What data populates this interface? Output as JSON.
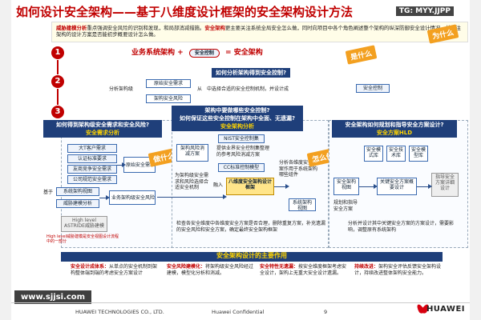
{
  "header": {
    "title": "如何设计安全架构——基于八维度设计框架的安全架构设计方法",
    "tag": "TG: MYY.JJPP",
    "intro_label": "威胁建模分析",
    "intro_text": "重点强调安全风险的识别和发现，和局部消减措施。",
    "intro_label2": "安全架构",
    "intro_text2": "更主要关注系统全局安全怎么做，同时向项目中各个角色阐述整个架构的纵深防御安全设计情况，并关注架构的设计方案是否能初步概要设计怎么做。"
  },
  "stamps": {
    "what_is": "为什么",
    "what_is2": "是什么",
    "do1": "做什么",
    "how": "怎么做"
  },
  "steps": [
    "1",
    "2",
    "3"
  ],
  "formula": {
    "left": "业务系统架构",
    "plus": "+",
    "mid": "安全控制",
    "eq": "=",
    "right": "安全架构"
  },
  "step2": {
    "bar": "如何分析架构得到安全控制?",
    "lab": "分析架构级",
    "b1": "原始安全需求",
    "b2": "架构安全风险",
    "from": "从",
    "to": "中选择合适的安全控制机制，并设计成",
    "b3": "安全控制"
  },
  "left_panel": {
    "bar": "如何得到架构级安全需求和安全风险?",
    "sub": "安全需求分析",
    "items": [
      "大T客户需求",
      "认证标准要求",
      "友商竞争安全需求",
      "公司规范安全需求"
    ],
    "based": "基于",
    "view": "系统架构视图",
    "threat": "威胁建模分析",
    "orig": "原始安全需求",
    "risk": "业务架构级安全风险",
    "tool": "High level ASTRIDE威胁建模",
    "tool_note": "High level威胁建模是安全视图设计流程中的一部分"
  },
  "mid_panel": {
    "bar1": "架构中要做哪些安全控制?",
    "bar2": "如何保证这些安全控制在架构中全面、无遗漏?",
    "sub": "安全架构分析",
    "arch_box": "架构风险消减方案",
    "nist": "NIST安全控制集",
    "ref": "提供业界安全控制集整理",
    "ref2": "的参考风险消减方案",
    "cc": "CC标准控制模型",
    "note": "为架构级安全需求和风险选择合适安全机制",
    "inject": "融入",
    "eight": "八维度安全架构设计框架",
    "check": "检查各安全维度中各维度安全方案是否合理，删除重复方案，补充遗漏的安全风险和安全方案，确定最终安全架构框架",
    "out": "分析各维度安全方案作用于系统架构哪些组件"
  },
  "right_panel": {
    "bar": "安全架构如何规划和指导安全方案设计?",
    "sub": "安全方案HLD",
    "c1": "安全模式库",
    "c2": "安全技术库",
    "c3": "安全模型库",
    "arch_view": "安全架构视图",
    "key_design": "关键安全方案概要设计",
    "guide": "指导安全方案详细设计",
    "view2": "系统架构视图",
    "left_note1": "规划和指导",
    "left_note2": "安全方案",
    "right_note": "分析并设计其中关键安全方案的方案设计，需要影响，调整原有系统架构"
  },
  "roles": {
    "title": "安全架构设计的主要作用",
    "items": [
      {
        "label": "安全设计成体系：",
        "text": "从单点的安全机制到架构整体端到端的考虑安全方案设计"
      },
      {
        "label": "安全风险建模化：",
        "text": "将架构级安全风险经过建模，模型化分析和消减。"
      },
      {
        "label": "安全特性无遗漏：",
        "text": "按安全维度框架考虑安全设计，架构上无重大安全设计遗漏。"
      },
      {
        "label": "持续改进：",
        "text": "架构安全评估反馈安全架构设计，持续改进整体架构安全能力。"
      }
    ]
  },
  "footer": {
    "company": "HUAWEI TECHNOLOGIES CO., LTD.",
    "conf": "Huawei Confidential",
    "page": "9",
    "brand": "HUAWEI",
    "watermark": "www.sjjsi.com"
  }
}
